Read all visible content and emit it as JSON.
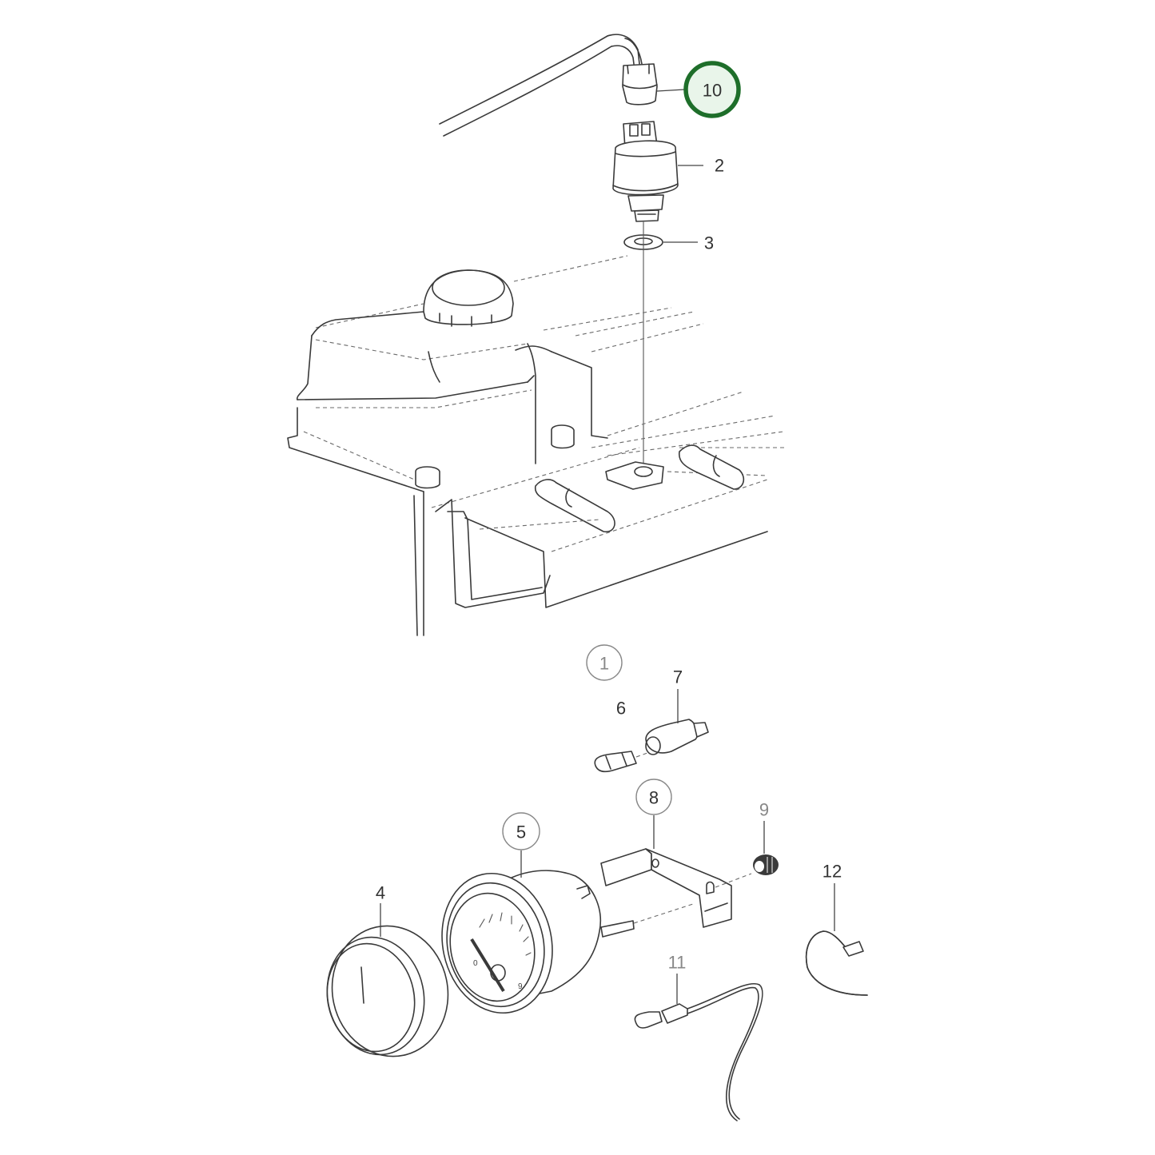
{
  "diagram": {
    "type": "exploded-parts-diagram",
    "highlight_color": "#1e6e2a",
    "highlight_fill": "#e9f5ea",
    "callouts": [
      {
        "id": "10",
        "label": "10",
        "style": "highlighted-bubble",
        "part": "wiring-connector-plug"
      },
      {
        "id": "2",
        "label": "2",
        "style": "plain",
        "part": "oil-pressure-sender"
      },
      {
        "id": "3",
        "label": "3",
        "style": "plain",
        "part": "sealing-washer"
      },
      {
        "id": "1",
        "label": "1",
        "style": "bubble",
        "part": "assembly-reference"
      },
      {
        "id": "6",
        "label": "6",
        "style": "plain",
        "part": "bulb"
      },
      {
        "id": "7",
        "label": "7",
        "style": "plain",
        "part": "bulb-holder"
      },
      {
        "id": "8",
        "label": "8",
        "style": "bubble",
        "part": "mounting-bracket"
      },
      {
        "id": "9",
        "label": "9",
        "style": "plain-light",
        "part": "nut"
      },
      {
        "id": "5",
        "label": "5",
        "style": "bubble",
        "part": "pressure-gauge"
      },
      {
        "id": "4",
        "label": "4",
        "style": "plain",
        "part": "gauge-bezel-ring"
      },
      {
        "id": "11",
        "label": "11",
        "style": "plain-light",
        "part": "cable-with-terminal"
      },
      {
        "id": "12",
        "label": "12",
        "style": "plain",
        "part": "cable-tie"
      }
    ]
  }
}
